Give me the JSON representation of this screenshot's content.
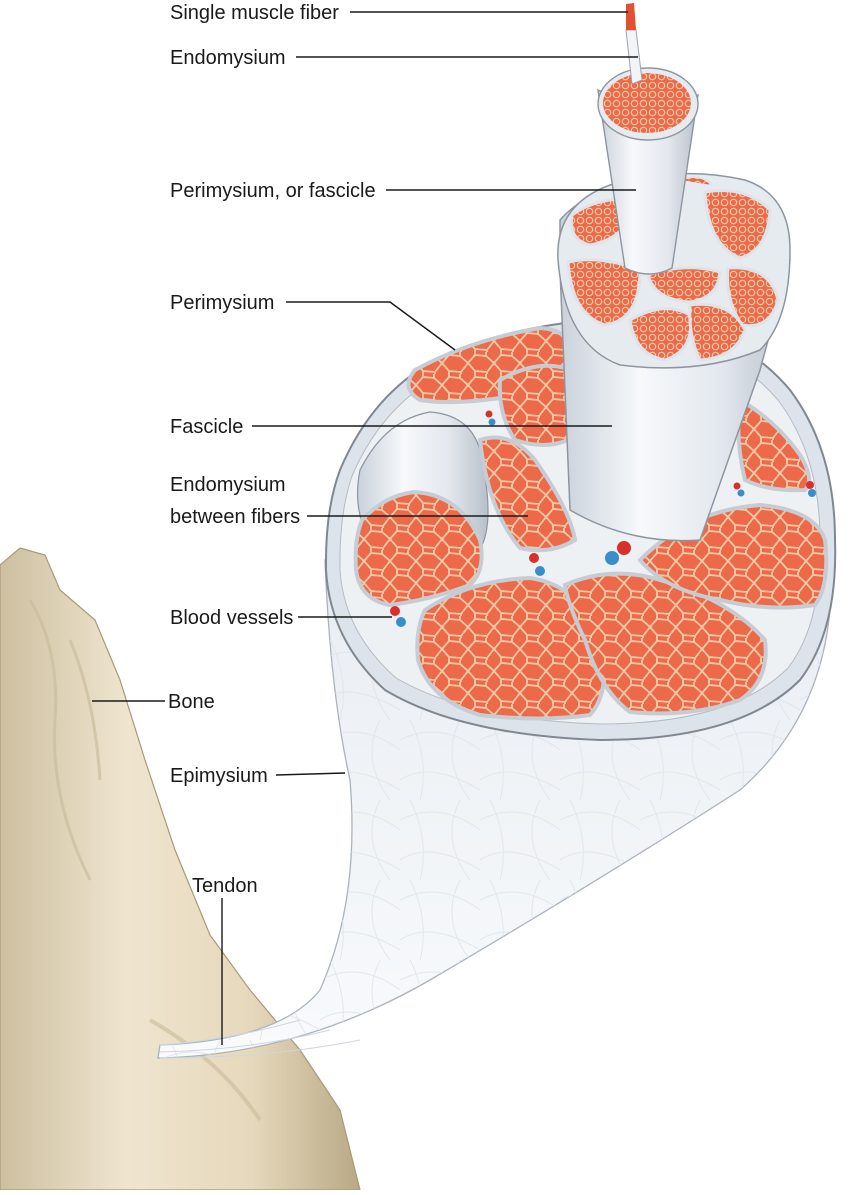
{
  "labels": {
    "single_muscle_fiber": "Single muscle fiber",
    "endomysium": "Endomysium",
    "perimysium_or_fascicle": "Perimysium, or fascicle",
    "perimysium": "Perimysium",
    "fascicle": "Fascicle",
    "endomysium_between_line1": "Endomysium",
    "endomysium_between_line2": "between fibers",
    "blood_vessels": "Blood vessels",
    "bone": "Bone",
    "epimysium": "Epimysium",
    "tendon": "Tendon"
  },
  "colors": {
    "muscle": "#ec6a4a",
    "muscle_dark": "#d8553a",
    "fiber_lines": "#f6c9a6",
    "sheath": "#e6ebf0",
    "sheath_shadow": "#c9d0d8",
    "outline": "#8d96a0",
    "bone": "#e8dcc2",
    "bone_shadow": "#b9ab8e",
    "artery": "#d8312c",
    "vein": "#3a8ec8"
  }
}
